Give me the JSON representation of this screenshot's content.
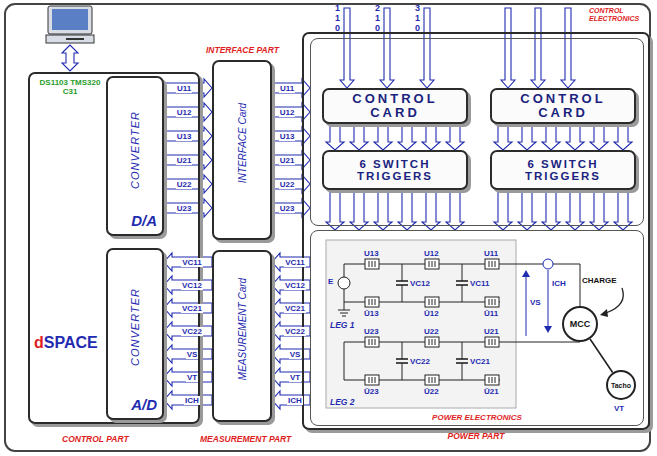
{
  "diagram": {
    "nodes": [
      {
        "text": [
          "DS1103 TMS320 C31",
          "dSPACE"
        ]
      },
      {
        "text": [
          "CONVERTER",
          "D/A"
        ],
        "in": 0
      },
      {
        "text": [
          "CONVERTER",
          "A/D"
        ],
        "in": 0
      },
      {
        "text": [
          "INTERFACE Card"
        ]
      },
      {
        "text": [
          "MEASUREMENT Card"
        ]
      },
      {
        "text": [
          "POWER PART"
        ]
      },
      {
        "text": [
          "CONTROL ELECTRONICS"
        ],
        "in": 5
      },
      {
        "text": [
          "CONTROL CARD"
        ],
        "in": 6
      },
      {
        "text": [
          "6 SWITCH TRIGGERS"
        ],
        "in": 6
      },
      {
        "text": [
          "CONTROL CARD"
        ],
        "in": 6
      },
      {
        "text": [
          "6 SWITCH TRIGGERS"
        ],
        "in": 6
      },
      {
        "text": [
          "POWER ELECTRONICS"
        ],
        "in": 5
      },
      {
        "text": [
          "MCC"
        ],
        "in": 11
      },
      {
        "text": [
          "Tacho"
        ],
        "in": 11
      }
    ],
    "edges": [
      {
        "from": 1,
        "to": 3,
        "arrow": "to",
        "label": "U11"
      },
      {
        "from": 1,
        "to": 3,
        "arrow": "to",
        "label": "U12"
      },
      {
        "from": 1,
        "to": 3,
        "arrow": "to",
        "label": "U13"
      },
      {
        "from": 1,
        "to": 3,
        "arrow": "to",
        "label": "U21"
      },
      {
        "from": 1,
        "to": 3,
        "arrow": "to",
        "label": "U22"
      },
      {
        "from": 1,
        "to": 3,
        "arrow": "to",
        "label": "U23"
      },
      {
        "from": 3,
        "to": 6,
        "arrow": "to",
        "label": "U11"
      },
      {
        "from": 3,
        "to": 6,
        "arrow": "to",
        "label": "U12"
      },
      {
        "from": 3,
        "to": 6,
        "arrow": "to",
        "label": "U13"
      },
      {
        "from": 3,
        "to": 6,
        "arrow": "to",
        "label": "U21"
      },
      {
        "from": 3,
        "to": 6,
        "arrow": "to",
        "label": "U22"
      },
      {
        "from": 3,
        "to": 6,
        "arrow": "to",
        "label": "U23"
      },
      {
        "from": 4,
        "to": 2,
        "arrow": "to",
        "label": "VC11"
      },
      {
        "from": 4,
        "to": 2,
        "arrow": "to",
        "label": "VC12"
      },
      {
        "from": 4,
        "to": 2,
        "arrow": "to",
        "label": "VC21"
      },
      {
        "from": 4,
        "to": 2,
        "arrow": "to",
        "label": "VC22"
      },
      {
        "from": 4,
        "to": 2,
        "arrow": "to",
        "label": "VS"
      },
      {
        "from": 4,
        "to": 2,
        "arrow": "to",
        "label": "VT"
      },
      {
        "from": 4,
        "to": 2,
        "arrow": "to",
        "label": "ICH"
      },
      {
        "from": 11,
        "to": 4,
        "arrow": "to",
        "label": "VC11"
      },
      {
        "from": 11,
        "to": 4,
        "arrow": "to",
        "label": "VC12"
      },
      {
        "from": 11,
        "to": 4,
        "arrow": "to",
        "label": "VC21"
      },
      {
        "from": 11,
        "to": 4,
        "arrow": "to",
        "label": "VC22"
      },
      {
        "from": 11,
        "to": 4,
        "arrow": "to",
        "label": "VS"
      },
      {
        "from": 11,
        "to": 4,
        "arrow": "to",
        "label": "VT"
      },
      {
        "from": 11,
        "to": 4,
        "arrow": "to",
        "label": "ICH"
      },
      {
        "from": 7,
        "to": 8,
        "arrow": "to"
      },
      {
        "from": 7,
        "to": 8,
        "arrow": "to"
      },
      {
        "from": 7,
        "to": 8,
        "arrow": "to"
      },
      {
        "from": 7,
        "to": 8,
        "arrow": "to"
      },
      {
        "from": 7,
        "to": 8,
        "arrow": "to"
      },
      {
        "from": 7,
        "to": 8,
        "arrow": "to"
      },
      {
        "from": 9,
        "to": 10,
        "arrow": "to"
      },
      {
        "from": 9,
        "to": 10,
        "arrow": "to"
      },
      {
        "from": 9,
        "to": 10,
        "arrow": "to"
      },
      {
        "from": 9,
        "to": 10,
        "arrow": "to"
      },
      {
        "from": 9,
        "to": 10,
        "arrow": "to"
      },
      {
        "from": 9,
        "to": 10,
        "arrow": "to"
      },
      {
        "from": 8,
        "to": 11,
        "arrow": "to"
      },
      {
        "from": 8,
        "to": 11,
        "arrow": "to"
      },
      {
        "from": 8,
        "to": 11,
        "arrow": "to"
      },
      {
        "from": 8,
        "to": 11,
        "arrow": "to"
      },
      {
        "from": 8,
        "to": 11,
        "arrow": "to"
      },
      {
        "from": 8,
        "to": 11,
        "arrow": "to"
      },
      {
        "from": 10,
        "to": 11,
        "arrow": "to"
      },
      {
        "from": 10,
        "to": 11,
        "arrow": "to"
      },
      {
        "from": 10,
        "to": 11,
        "arrow": "to"
      },
      {
        "from": 10,
        "to": 11,
        "arrow": "to"
      },
      {
        "from": 10,
        "to": 11,
        "arrow": "to"
      },
      {
        "from": 10,
        "to": 11,
        "arrow": "to"
      },
      {
        "from": 12,
        "to": 13,
        "arrow": "none"
      }
    ],
    "labels": [
      "110",
      "210",
      "310",
      "CONTROL PART",
      "MEASUREMENT PART",
      "INTERFACE PART",
      "U13",
      "U12",
      "U11",
      "Ū13",
      "VC12",
      "VC11",
      "Ū12",
      "Ū11",
      "LEG 1",
      "U23",
      "U22",
      "U21",
      "Ū23",
      "VC22",
      "VC21",
      "Ū22",
      "Ū21",
      "LEG 2",
      "E",
      "VS",
      "ICH",
      "CHARGE",
      "VT"
    ]
  }
}
